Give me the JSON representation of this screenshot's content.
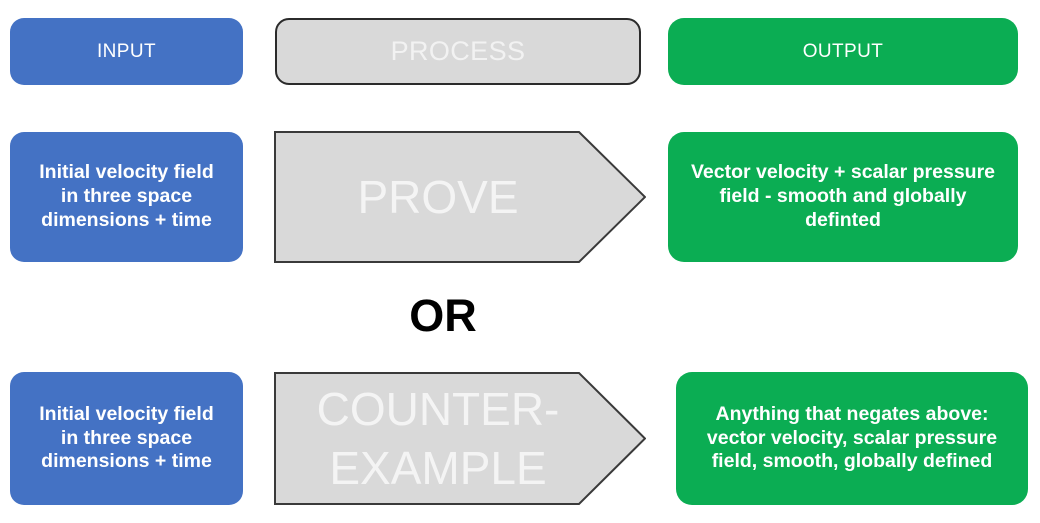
{
  "diagram": {
    "title": "Navier-Stokes problem statement flowchart",
    "colors": {
      "input_blue": "#4472C4",
      "process_gray": "#D9D9D9",
      "process_border": "#2b2b2b",
      "output_green": "#0BAD53",
      "light_text": "#f2f2f2",
      "white_text": "#ffffff",
      "or_text": "#000000"
    },
    "header": {
      "input_label": "INPUT",
      "process_label": "PROCESS",
      "output_label": "OUTPUT"
    },
    "divider": {
      "label": "OR"
    },
    "rows": [
      {
        "id": "prove-row",
        "input_text": "Initial velocity field\nin three space\ndimensions + time",
        "process_text": "PROVE",
        "output_text": "Vector velocity + scalar pressure field - smooth and globally definted"
      },
      {
        "id": "counterexample-row",
        "input_text": "Initial velocity field\nin three space\ndimensions + time",
        "process_text": "COUNTER-\nEXAMPLE",
        "output_text": "Anything that negates above: vector velocity, scalar pressure field, smooth, globally defined"
      }
    ]
  }
}
